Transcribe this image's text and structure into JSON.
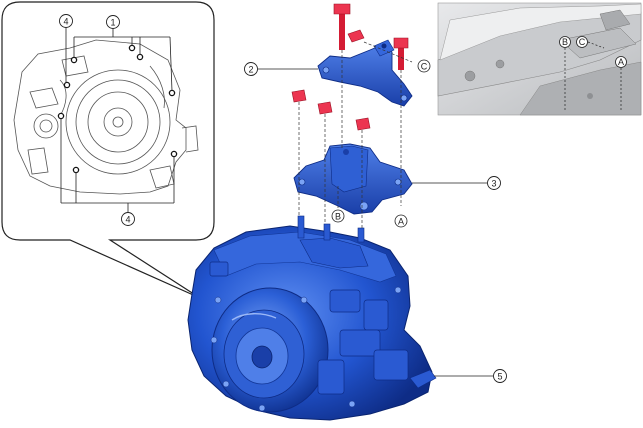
{
  "callouts": {
    "c1": "1",
    "c2": "2",
    "c3": "3",
    "c4_top": "4",
    "c4_bottom": "4",
    "c5": "5"
  },
  "points": {
    "a_main": "A",
    "b_main": "B",
    "c_main": "C",
    "a_inset": "A",
    "b_inset": "B",
    "c_inset": "C"
  },
  "colors": {
    "part_blue": "#1f4fc9",
    "part_blue_dark": "#0f2f8a",
    "part_blue_light": "#4f7fe8",
    "bolt_red": "#e0203a",
    "line": "#333333",
    "inset_gray": "#d9dadc"
  }
}
